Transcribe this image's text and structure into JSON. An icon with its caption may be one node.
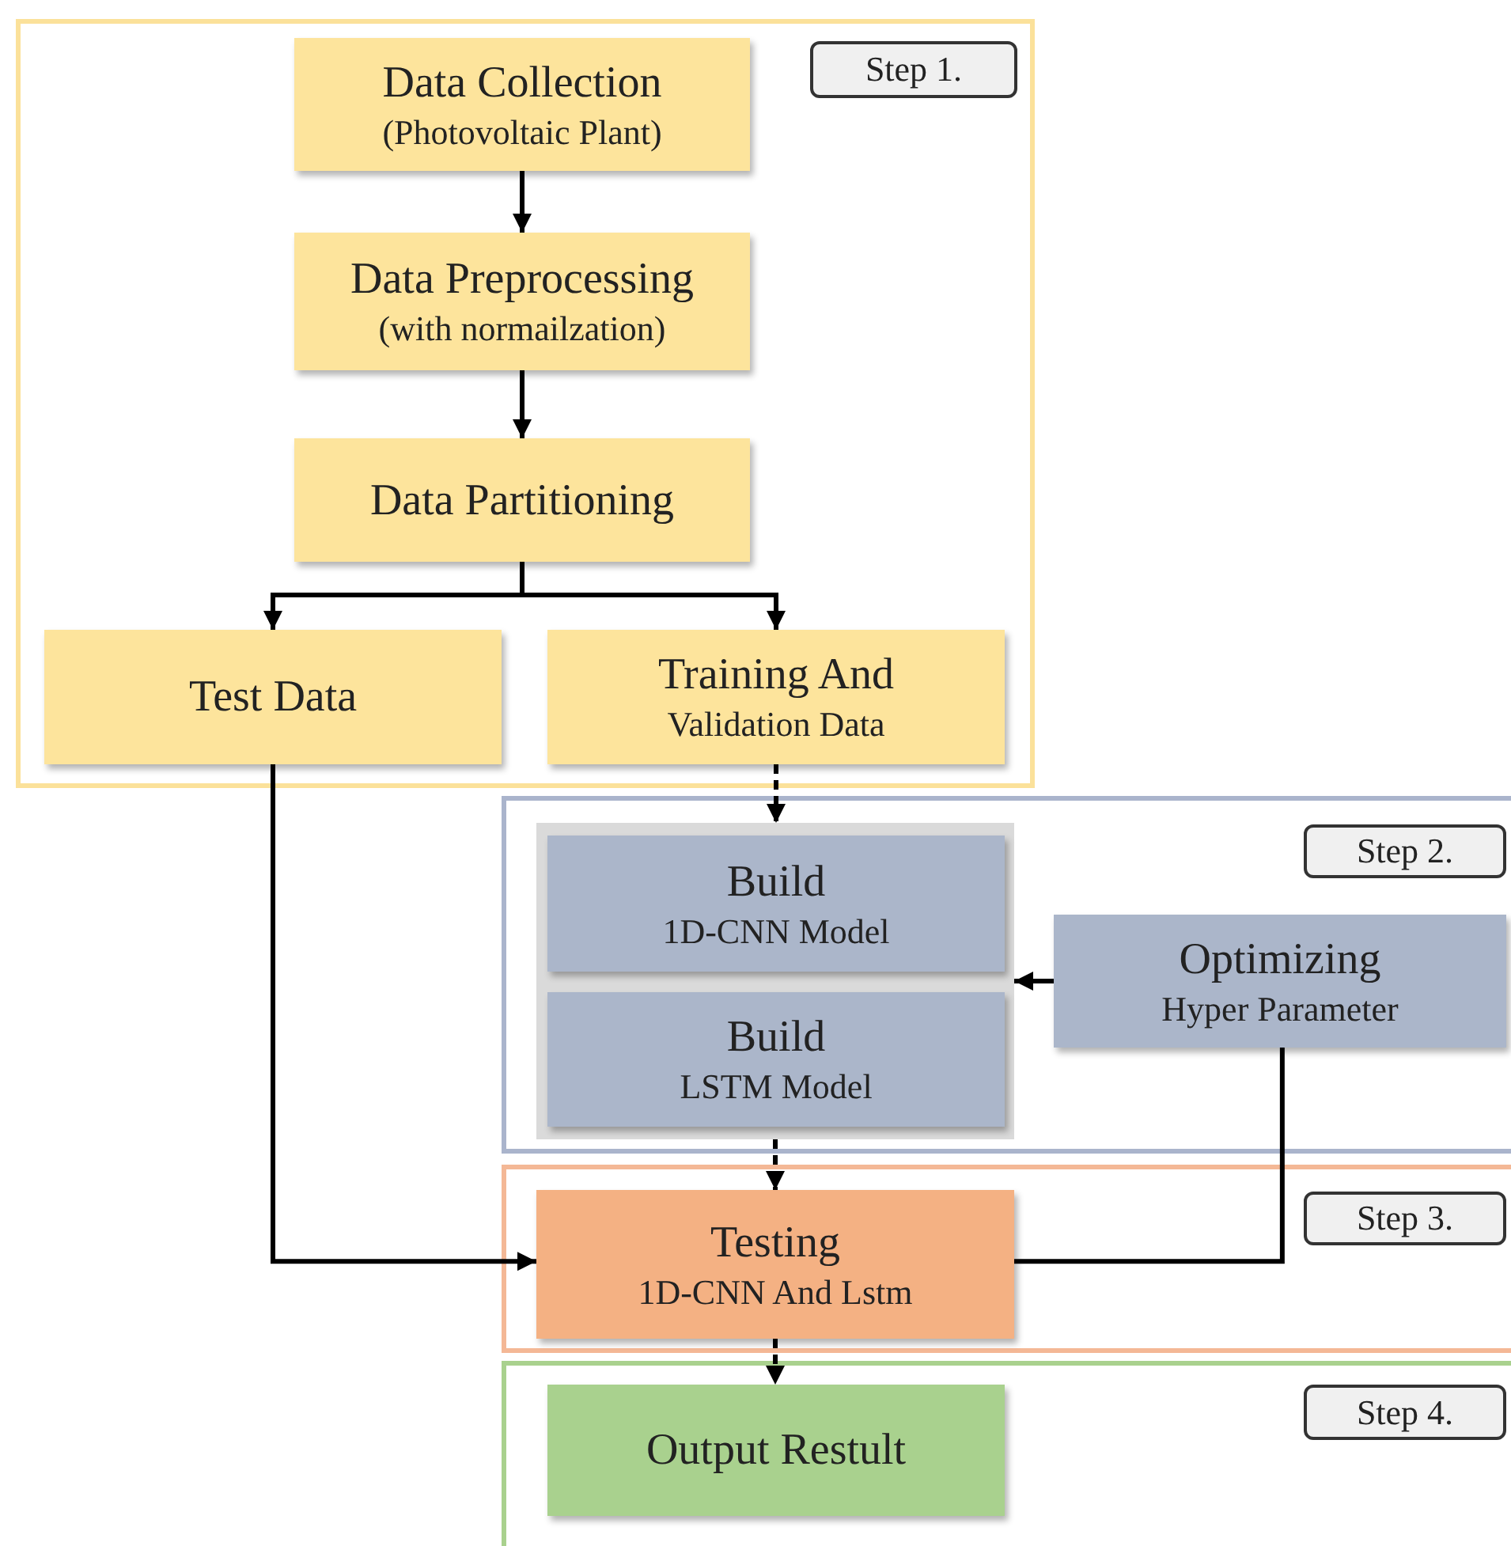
{
  "diagram": {
    "nodes": [
      {
        "text": [],
        "shape": "box"
      },
      {
        "text": [
          "Step 1."
        ],
        "in": 0
      },
      {
        "text": [
          "Data Collection",
          "(Photovoltaic Plant)"
        ],
        "in": 0
      },
      {
        "text": [
          "Data Preprocessing",
          "(with normailzation)"
        ],
        "in": 0
      },
      {
        "text": [
          "Data Partitioning"
        ],
        "in": 0
      },
      {
        "text": [
          "Test Data"
        ],
        "in": 0
      },
      {
        "text": [
          "Training And",
          "Validation Data"
        ],
        "in": 0
      },
      {
        "text": [],
        "shape": "box"
      },
      {
        "text": [
          "Step 2."
        ],
        "in": 7
      },
      {
        "text": [],
        "shape": "box",
        "in": 7
      },
      {
        "text": [
          "Build",
          "1D-CNN Model"
        ],
        "in": 9
      },
      {
        "text": [
          "Build",
          "LSTM Model"
        ],
        "in": 9
      },
      {
        "text": [
          "Optimizing",
          "Hyper Parameter"
        ],
        "in": 7
      },
      {
        "text": [],
        "shape": "box"
      },
      {
        "text": [
          "Step 3."
        ],
        "in": 13
      },
      {
        "text": [
          "Testing",
          "1D-CNN And Lstm"
        ],
        "in": 13
      },
      {
        "text": [],
        "shape": "box"
      },
      {
        "text": [
          "Step 4."
        ],
        "in": 16
      },
      {
        "text": [
          "Output Restult"
        ],
        "in": 16
      }
    ],
    "edges": [
      {
        "from": 2,
        "to": 3,
        "arrow": "to"
      },
      {
        "from": 3,
        "to": 4,
        "arrow": "to"
      },
      {
        "from": 4,
        "to": 5,
        "arrow": "to"
      },
      {
        "from": 4,
        "to": 6,
        "arrow": "to"
      },
      {
        "from": 6,
        "to": 9,
        "arrow": "to",
        "style": "dashed"
      },
      {
        "from": 12,
        "to": 9,
        "arrow": "to"
      },
      {
        "from": 9,
        "to": 15,
        "arrow": "to",
        "style": "dashed"
      },
      {
        "from": 5,
        "to": 15,
        "arrow": "to"
      },
      {
        "from": 12,
        "to": 15,
        "arrow": "none"
      },
      {
        "from": 15,
        "to": 18,
        "arrow": "to",
        "style": "dashed"
      }
    ]
  }
}
